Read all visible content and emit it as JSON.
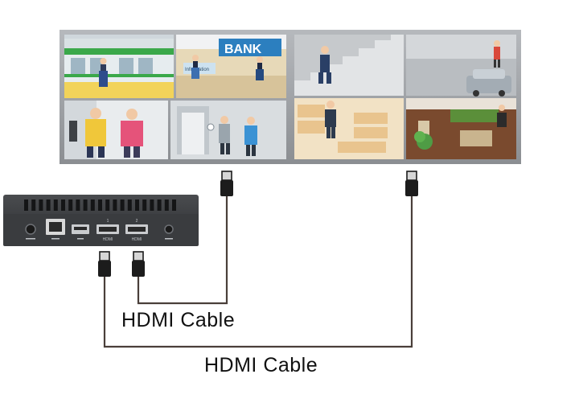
{
  "cables": [
    {
      "label": "HDMI Cable"
    },
    {
      "label": "HDMI Cable"
    }
  ],
  "monitors": [
    {
      "sign": "BANK",
      "sub_sign": "Information"
    },
    {
      "sign": "",
      "sub_sign": ""
    }
  ],
  "player": {
    "port_labels": [
      "HDMI",
      "HDMI"
    ],
    "port_numbers": [
      "1",
      "2"
    ]
  },
  "colors": {
    "cable": "#4a3f3a",
    "connector": "#1c1c1c",
    "monitor_frame": "#8a8d91",
    "player_body": "#2e3033"
  }
}
